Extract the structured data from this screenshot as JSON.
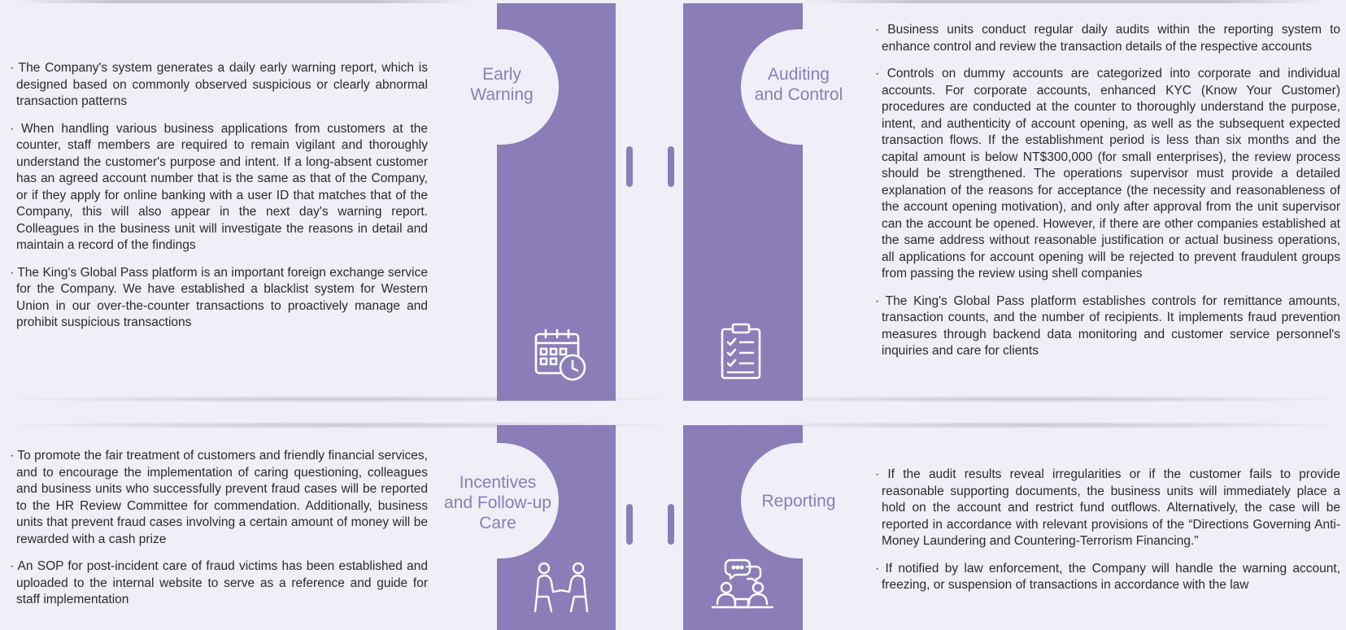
{
  "sections": {
    "early_warning": {
      "title": "Early\nWarning",
      "icon": "calendar-clock-icon",
      "bullets": [
        "The Company's system generates a daily early warning report, which is designed based on commonly observed suspicious or clearly abnormal transaction patterns",
        "When handling various business applications from customers at the counter, staff members are required to remain vigilant and thoroughly understand the customer's purpose and intent. If a long-absent customer has an agreed account number that is the same as that of the Company, or if they apply for online banking with a user ID that matches that of the Company, this will also appear in the next day's warning report. Colleagues in the business unit will investigate the reasons in detail and maintain a record of the findings",
        "The King's Global Pass platform is an important foreign exchange service for the Company. We have established a blacklist system for Western Union in our over-the-counter transactions to proactively manage and prohibit suspicious transactions"
      ]
    },
    "auditing_control": {
      "title": "Auditing\nand Control",
      "icon": "checklist-clipboard-icon",
      "bullets": [
        "Business units conduct regular daily audits within the reporting system to enhance control and review the transaction details of the respective accounts",
        "Controls on dummy accounts are categorized into corporate and individual accounts. For corporate accounts, enhanced KYC (Know Your Customer) procedures are conducted at the counter to thoroughly understand the purpose, intent, and authenticity of account opening, as well as the subsequent expected transaction flows. If the establishment period is less than six months and the capital amount is below NT$300,000 (for small enterprises), the review process should be strengthened. The operations supervisor must provide a detailed explanation of the reasons for acceptance (the necessity and reasonableness of the account opening motivation), and only after approval from the unit supervisor can the account be opened. However, if there are other companies established at the same address without reasonable justification or actual business operations, all applications for account opening will be rejected to prevent fraudulent groups from passing the review using shell companies",
        "The King's Global Pass platform establishes controls for remittance amounts, transaction counts, and the number of recipients. It implements fraud prevention measures through backend data monitoring and customer service personnel's inquiries and care for clients"
      ]
    },
    "incentives_care": {
      "title": "Incentives\nand Follow-up\nCare",
      "icon": "two-people-talking-icon",
      "bullets": [
        "To promote the fair treatment of customers and friendly financial services, and to encourage the implementation of caring questioning, colleagues and business units who successfully prevent fraud cases will be reported to the HR Review Committee for commendation. Additionally, business units that prevent fraud cases involving a certain amount of money will be rewarded with a cash prize",
        "An SOP for post-incident care of fraud victims has been established and uploaded to the internal website to serve as a reference and guide for staff implementation"
      ]
    },
    "reporting": {
      "title": "Reporting",
      "icon": "meeting-discussion-icon",
      "bullets": [
        "If the audit results reveal irregularities or if the customer fails to provide reasonable supporting documents, the business units will immediately place a hold on the account and restrict fund outflows. Alternatively, the case will be reported in accordance with relevant provisions of the “Directions Governing Anti-Money Laundering and Countering-Terrorism Financing.”",
        "If notified by law enforcement, the Company will handle the warning account, freezing, or suspension of transactions in accordance with the law"
      ]
    }
  },
  "colors": {
    "accent": "#8a7db8",
    "background": "#f0eef7",
    "text": "#2b2b2b"
  }
}
